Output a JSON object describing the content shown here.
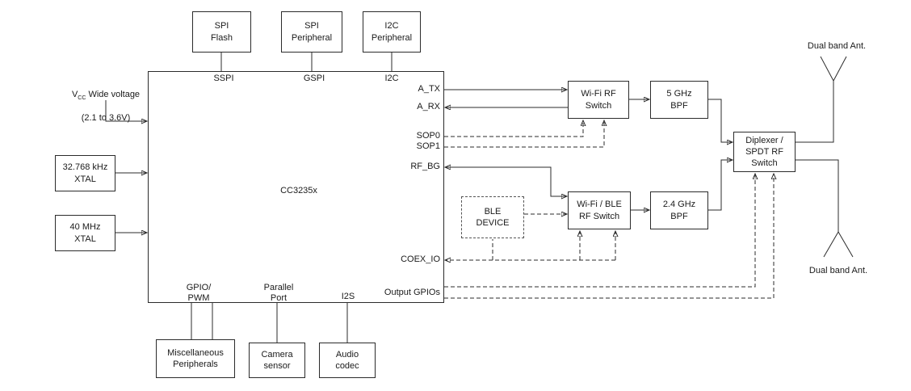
{
  "chip": {
    "label": "CC3235x",
    "ports": {
      "sspi": "SSPI",
      "gspi": "GSPI",
      "i2c": "I2C",
      "a_tx": "A_TX",
      "a_rx": "A_RX",
      "sop0": "SOP0",
      "sop1": "SOP1",
      "rf_bg": "RF_BG",
      "coex_io": "COEX_IO",
      "output_gpios": "Output GPIOs",
      "gpio_pwm": "GPIO/\nPWM",
      "parallel_port": "Parallel\nPort",
      "i2s": "I2S"
    }
  },
  "boxes": {
    "spi_flash": "SPI\nFlash",
    "spi_peripheral": "SPI\nPeripheral",
    "i2c_peripheral": "I2C\nPeripheral",
    "xtal_32k": "32.768 kHz\nXTAL",
    "xtal_40m": "40 MHz\nXTAL",
    "wifi_rf_switch": "Wi-Fi RF\nSwitch",
    "bpf_5ghz": "5 GHz\nBPF",
    "diplexer": "Diplexer /\nSPDT RF\nSwitch",
    "ble_device": "BLE\nDEVICE",
    "wifi_ble_rf_switch": "Wi-Fi / BLE\nRF Switch",
    "bpf_24ghz": "2.4 GHz\nBPF",
    "misc_peripherals": "Miscellaneous\nPeripherals",
    "camera_sensor": "Camera\nsensor",
    "audio_codec": "Audio\ncodec"
  },
  "labels": {
    "vcc_v": "V",
    "vcc_sub": "CC",
    "vcc_rest": " Wide voltage",
    "vcc_range": "(2.1 to 3.6V)",
    "ant_top": "Dual band Ant.",
    "ant_bottom": "Dual band Ant."
  }
}
